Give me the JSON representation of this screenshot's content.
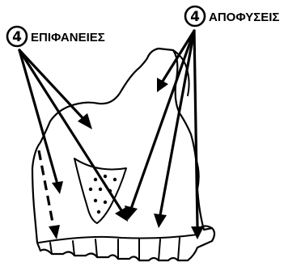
{
  "labels": {
    "surfaces": {
      "number": "4",
      "text": "ΕΠΙΦΑΝΕΙΕΣ"
    },
    "processes": {
      "number": "4",
      "text": "ΑΠΟΦΥΣΕΙΣ"
    }
  },
  "colors": {
    "ink": "#000000",
    "paper": "#ffffff"
  }
}
